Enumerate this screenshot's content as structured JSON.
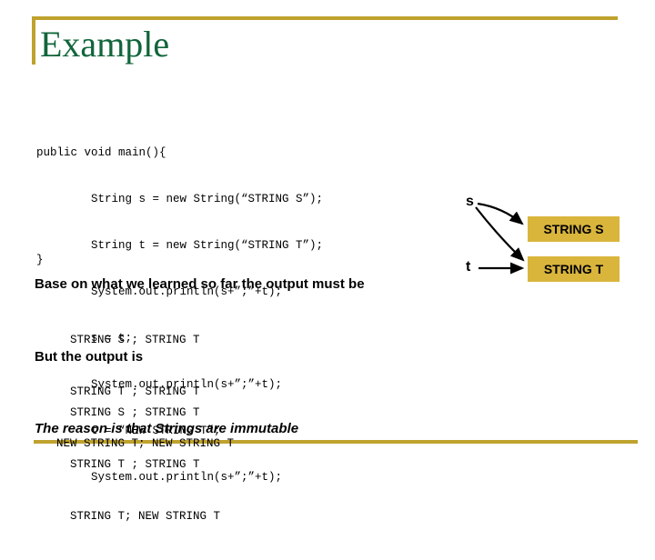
{
  "slide": {
    "title": "Example",
    "accent_color": "#bfa22e",
    "title_color": "#11653b",
    "box_color": "#d9b53c",
    "background": "#ffffff"
  },
  "code": {
    "lines": [
      "public void main(){",
      "        String s = new String(“STRING S”);",
      "        String t = new String(“STRING T”);",
      "        System.out.println(s+”;”+t);",
      "        s = t;",
      "        System.out.println(s+”;”+t);",
      "        t = “NEW STRING T”;",
      "        System.out.println(s+”;”+t);"
    ],
    "closing_brace": "}"
  },
  "expected": {
    "heading": "Base on what we learned so far the output must be",
    "lines": [
      "  STRING S ; STRING T",
      "  STRING T ; STRING T",
      "NEW STRING T; NEW STRING T"
    ]
  },
  "actual": {
    "heading": "But the output is",
    "lines": [
      "  STRING S ; STRING T",
      "  STRING T ; STRING T",
      "  STRING T; NEW STRING T"
    ]
  },
  "conclusion": "The reason is that Strings are immutable",
  "diagram": {
    "variables": [
      {
        "name": "s"
      },
      {
        "name": "t"
      }
    ],
    "objects": [
      {
        "label": "STRING S"
      },
      {
        "label": "STRING T"
      }
    ],
    "arrows": [
      {
        "from": "s",
        "to": "STRING S"
      },
      {
        "from": "s",
        "to": "STRING T"
      },
      {
        "from": "t",
        "to": "STRING T"
      }
    ]
  }
}
